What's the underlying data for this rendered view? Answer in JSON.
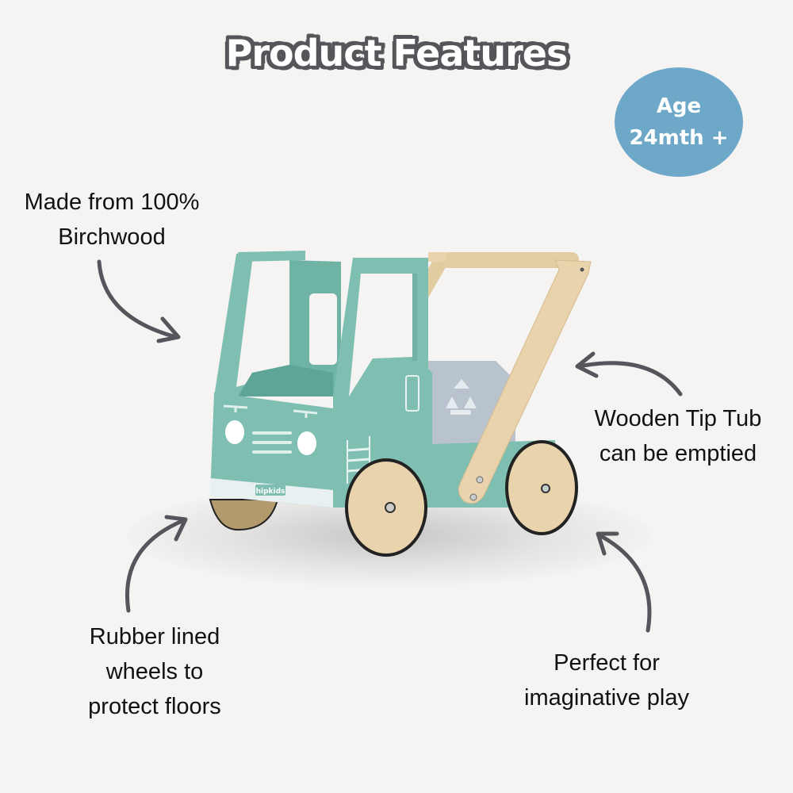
{
  "header": {
    "title": "Product Features"
  },
  "badge": {
    "line1": "Age",
    "line2": "24mth +",
    "color": "#6ea8c9"
  },
  "features": [
    {
      "id": "birchwood",
      "lines": [
        "Made from 100%",
        "Birchwood"
      ],
      "arrow": "curved-arrow-down-right"
    },
    {
      "id": "tip-tub",
      "lines": [
        "Wooden Tip Tub",
        "can be emptied"
      ],
      "arrow": "curved-arrow-left"
    },
    {
      "id": "rubber-wheels",
      "lines": [
        "Rubber lined",
        "wheels to",
        "protect floors"
      ],
      "arrow": "curved-arrow-up-right"
    },
    {
      "id": "imaginative-play",
      "lines": [
        "Perfect for",
        "imaginative play"
      ],
      "arrow": "curved-arrow-up-left"
    }
  ],
  "product": {
    "name": "wooden truck walker",
    "brand_label": "hipkids",
    "colors": {
      "body": "#7fbfb1",
      "body_dark": "#5fa597",
      "wood": "#e8d3ad",
      "tub": "#b9c3cd",
      "tire": "#222222"
    }
  },
  "colors": {
    "background": "#f5f4f2",
    "arrow": "#55565c",
    "text": "#111111"
  }
}
